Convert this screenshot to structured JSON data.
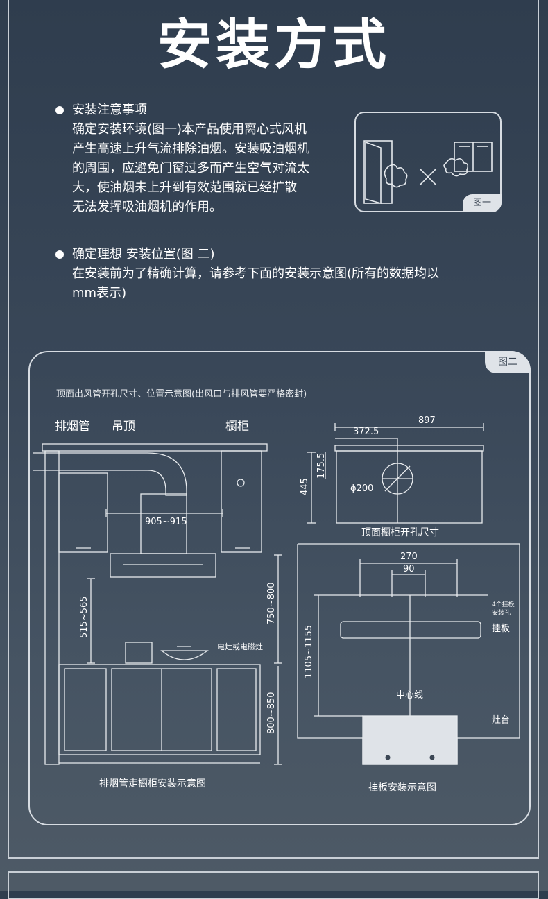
{
  "header": {
    "title": "安装方式"
  },
  "section1": {
    "heading": "安装注意事项",
    "lines": [
      "确定安装环境(图一)本产品使用离心式风机",
      "产生高速上升气流排除油烟。安装吸油烟机",
      "的周围，应避免门窗过多而产生空气对流太",
      "大，使油烟未上升到有效范围就已经扩散",
      "无法发挥吸油烟机的作用。"
    ]
  },
  "fig1": {
    "tag": "图一"
  },
  "section2": {
    "heading": "确定理想 安装位置(图 二)",
    "lines": [
      "在安装前为了精确计算，请参考下面的安装示意图(所有的数据均以",
      "mm表示)"
    ]
  },
  "fig2": {
    "tag": "图二",
    "caption_top": "顶面出风管开孔尺寸、位置示意图(出风口与排风管要严格密封)",
    "left": {
      "label_duct": "排烟管",
      "label_ceiling": "吊顶",
      "label_cabinet": "橱柜",
      "dim_width": "905~915",
      "dim_hood_height": "515~565",
      "dim_total_height": "750~800",
      "dim_counter_height": "800~850",
      "label_stove": "电灶或电磁灶",
      "caption": "排烟管走橱柜安装示意图"
    },
    "top_right": {
      "dim_897": "897",
      "dim_372": "372.5",
      "dim_175": "175.5",
      "dim_445": "445",
      "dim_hole": "ϕ200",
      "caption": "顶面橱柜开孔尺寸"
    },
    "bottom_right": {
      "dim_270": "270",
      "dim_90": "90",
      "label_holes_1": "4个挂板",
      "label_holes_2": "安装孔",
      "label_plate": "挂板",
      "dim_height": "1105~1155",
      "label_center": "中心线",
      "label_counter": "灶台",
      "caption": "挂板安装示意图"
    }
  }
}
